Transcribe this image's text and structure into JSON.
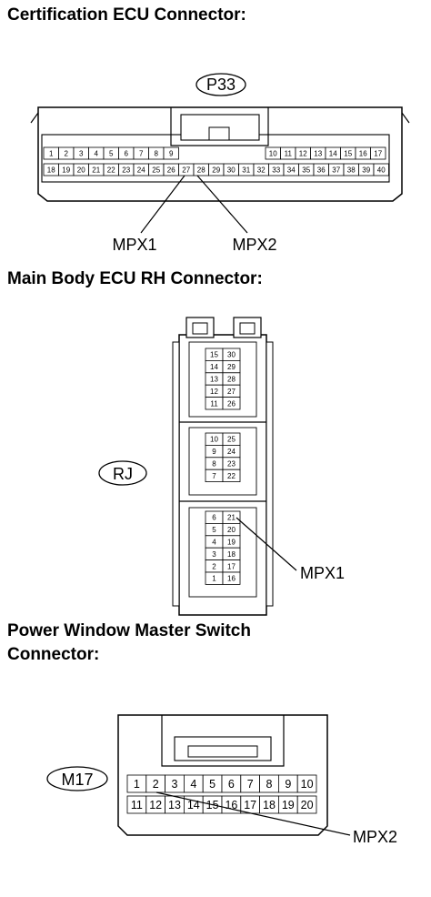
{
  "sections": {
    "certification": {
      "heading": "Certification ECU Connector:",
      "tag": "P33",
      "top_row": [
        "1",
        "2",
        "3",
        "4",
        "5",
        "6",
        "7",
        "8",
        "9",
        "10",
        "11",
        "12",
        "13",
        "14",
        "15",
        "16",
        "17"
      ],
      "bottom_row": [
        "18",
        "19",
        "20",
        "21",
        "22",
        "23",
        "24",
        "25",
        "26",
        "27",
        "28",
        "29",
        "30",
        "31",
        "32",
        "33",
        "34",
        "35",
        "36",
        "37",
        "38",
        "39",
        "40"
      ],
      "signals": [
        "MPX1",
        "MPX2"
      ]
    },
    "main_body": {
      "heading": "Main Body ECU RH Connector:",
      "tag": "RJ",
      "block1": [
        [
          "15",
          "30"
        ],
        [
          "14",
          "29"
        ],
        [
          "13",
          "28"
        ],
        [
          "12",
          "27"
        ],
        [
          "11",
          "26"
        ]
      ],
      "block2": [
        [
          "10",
          "25"
        ],
        [
          "9",
          "24"
        ],
        [
          "8",
          "23"
        ],
        [
          "7",
          "22"
        ]
      ],
      "block3": [
        [
          "6",
          "21"
        ],
        [
          "5",
          "20"
        ],
        [
          "4",
          "19"
        ],
        [
          "3",
          "18"
        ],
        [
          "2",
          "17"
        ],
        [
          "1",
          "16"
        ]
      ],
      "signal": "MPX1"
    },
    "power_window": {
      "heading_line1": "Power Window Master Switch",
      "heading_line2": "Connector:",
      "tag": "M17",
      "top_row": [
        "1",
        "2",
        "3",
        "4",
        "5",
        "6",
        "7",
        "8",
        "9",
        "10"
      ],
      "bottom_row": [
        "11",
        "12",
        "13",
        "14",
        "15",
        "16",
        "17",
        "18",
        "19",
        "20"
      ],
      "signal": "MPX2"
    }
  }
}
